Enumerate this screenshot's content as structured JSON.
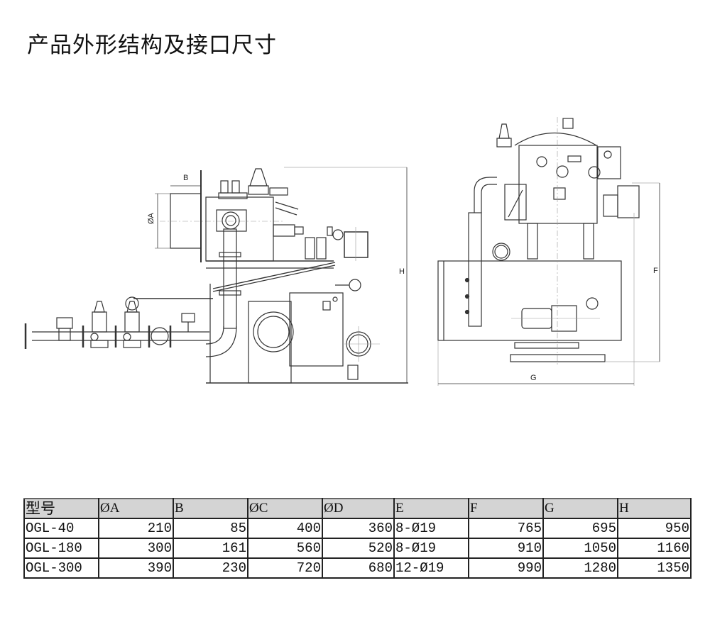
{
  "title": "产品外形结构及接口尺寸",
  "drawing": {
    "side_view_labels": {
      "B": "B",
      "A": "ØA",
      "H": "H"
    },
    "front_view_labels": {
      "F": "F",
      "G": "G"
    }
  },
  "table": {
    "headers": [
      "型号",
      "ØA",
      "B",
      "ØC",
      "ØD",
      "E",
      "F",
      "G",
      "H"
    ],
    "rows": [
      [
        "OGL-40",
        "210",
        "85",
        "400",
        "360",
        "8-Ø19",
        "765",
        "695",
        "950"
      ],
      [
        "OGL-180",
        "300",
        "161",
        "560",
        "520",
        "8-Ø19",
        "910",
        "1050",
        "1160"
      ],
      [
        "OGL-300",
        "390",
        "230",
        "720",
        "680",
        "12-Ø19",
        "990",
        "1280",
        "1350"
      ]
    ]
  }
}
